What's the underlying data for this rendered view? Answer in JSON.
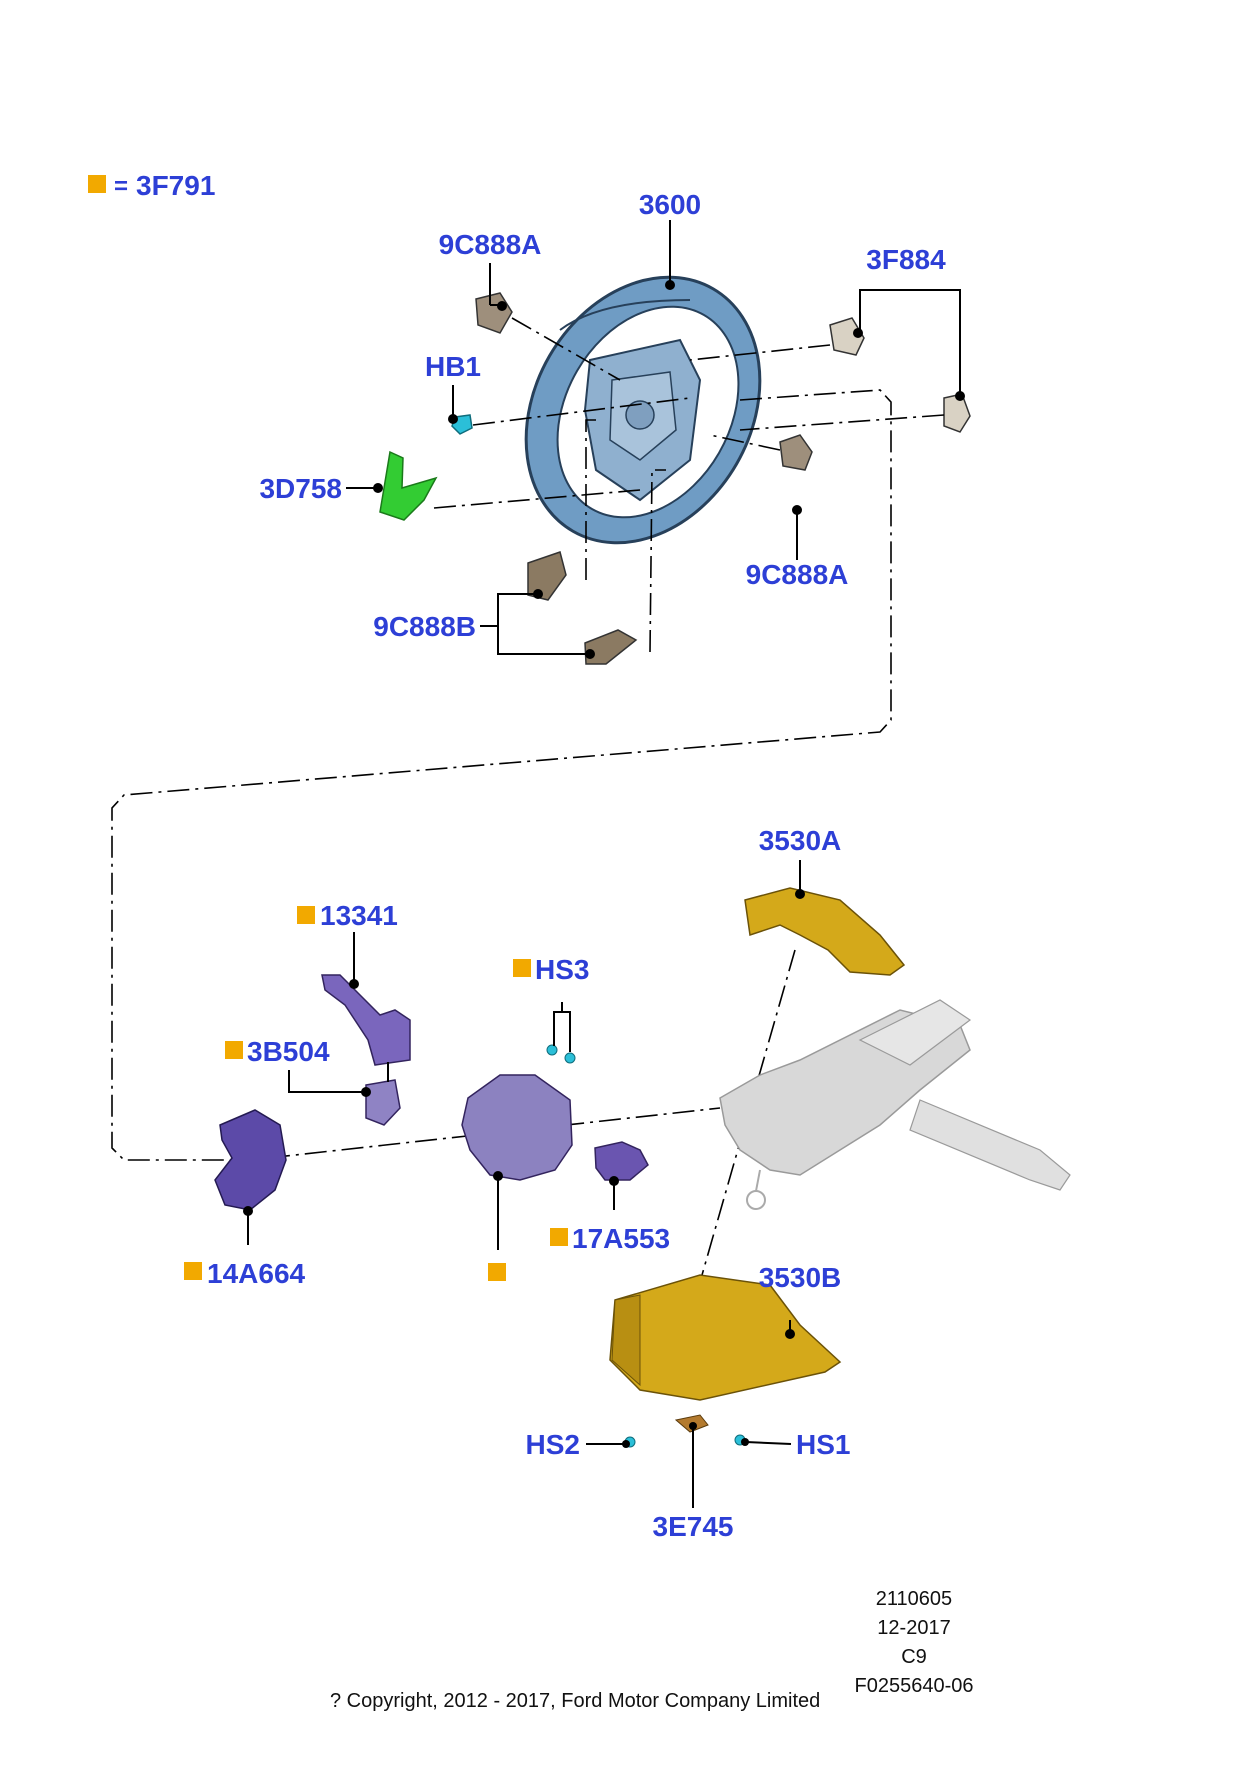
{
  "legend": {
    "symbol": "orange-square",
    "equals": "=",
    "code": "3F791"
  },
  "labels": {
    "steering_wheel": "3600",
    "switch_upper_left": "9C888A",
    "switch_lower_right": "9C888A",
    "paddle_switches": "3F884",
    "bolt": "HB1",
    "trim_cover": "3D758",
    "paddle_shifters": "9C888B",
    "shroud_upper": "3530A",
    "shroud_lower": "3530B",
    "wiper_switch": "13341",
    "switch_3B504": "3B504",
    "screws_HS3": "HS3",
    "clockspring": "14A664",
    "ignition_lock": "17A553",
    "screw_HS2": "HS2",
    "screw_HS1": "HS1",
    "bracket": "3E745"
  },
  "footer": {
    "copyright": "? Copyright, 2012 - 2017, Ford Motor Company Limited",
    "ident_lines": [
      "2110605",
      "12-2017",
      "C9",
      "F0255640-06"
    ]
  },
  "colors": {
    "label_blue": "#2d3fd6",
    "legend_orange": "#f2a900",
    "wheel": "#5f8fb8",
    "trim_green": "#33cc33",
    "switch_purple": "#6a55b0",
    "shroud_gold": "#d4a91a",
    "column_gray": "#c8c8c8",
    "screw_cyan": "#2bbfd8"
  }
}
